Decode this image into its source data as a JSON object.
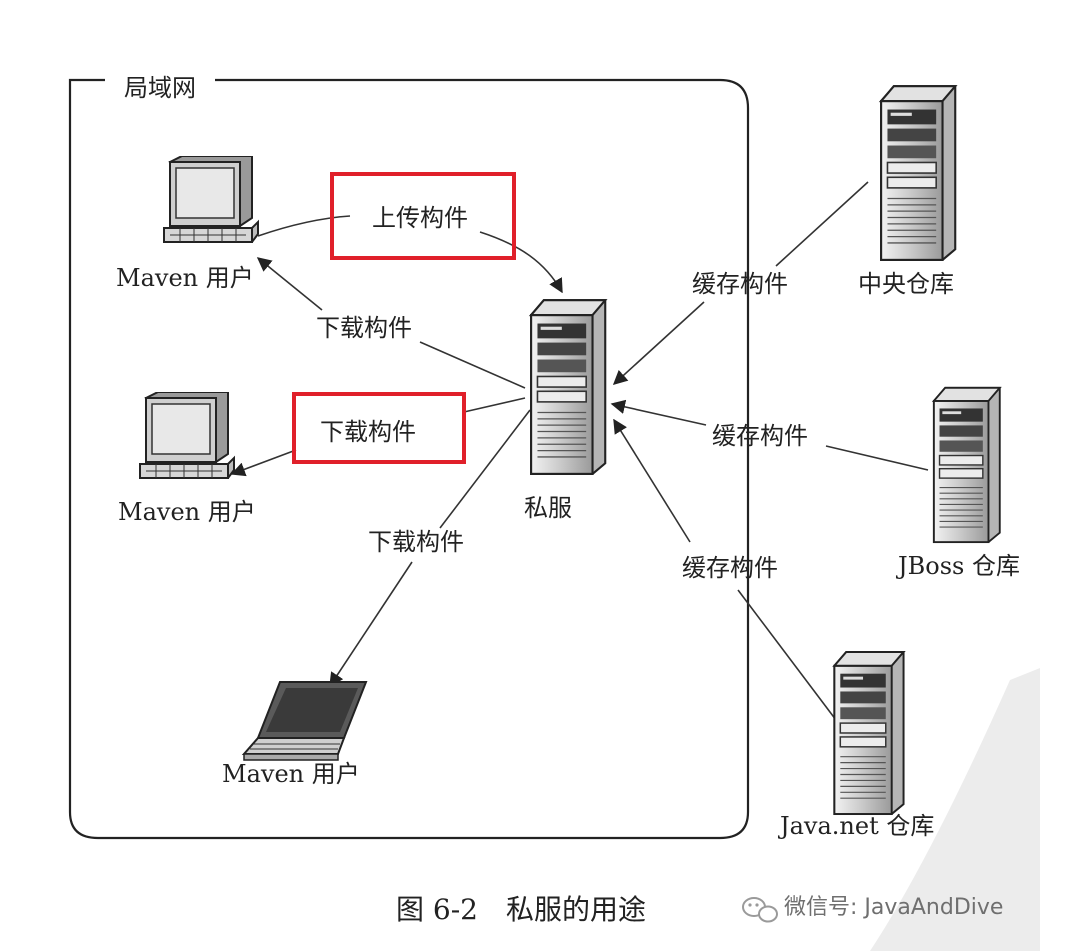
{
  "lan_label": "局域网",
  "caption": "图 6-2　私服的用途",
  "watermark": "微信号: JavaAndDive",
  "nodes": {
    "user1": "Maven 用户",
    "user2": "Maven 用户",
    "user3": "Maven 用户",
    "private_server": "私服",
    "central_repo": "中央仓库",
    "jboss_repo": "JBoss 仓库",
    "javanet_repo": "Java.net 仓库"
  },
  "edges": {
    "upload": "上传构件",
    "download1": "下载构件",
    "download2": "下载构件",
    "download3": "下载构件",
    "cache_central": "缓存构件",
    "cache_jboss": "缓存构件",
    "cache_javanet": "缓存构件"
  },
  "colors": {
    "highlight": "#e0202a",
    "line": "#333333",
    "server_body": "#d8d8d8",
    "screen": "#e8e8e8"
  },
  "icons": {
    "desktop": "desktop-computer-icon",
    "laptop": "laptop-icon",
    "server": "server-tower-icon"
  }
}
